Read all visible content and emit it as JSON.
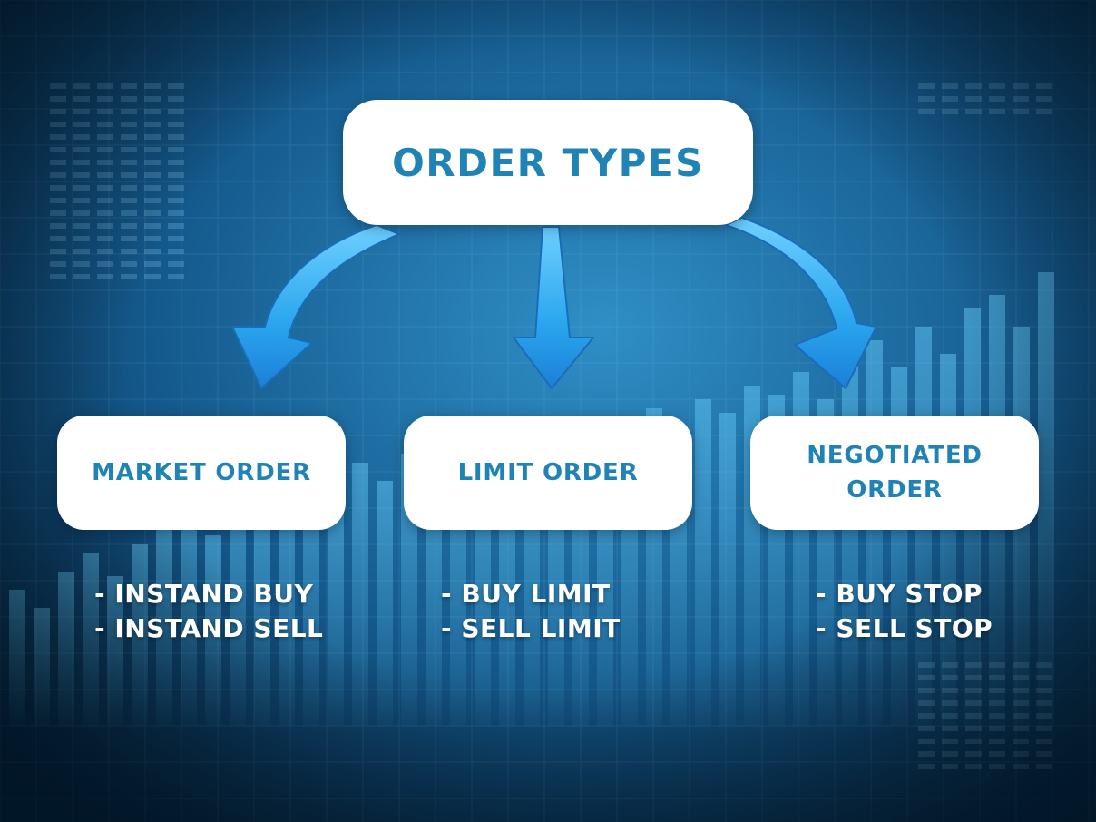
{
  "title": "ORDER TYPES",
  "branches": [
    {
      "name": "MARKET ORDER",
      "items": [
        "- INSTAND BUY",
        "- INSTAND SELL"
      ]
    },
    {
      "name": "LIMIT ORDER",
      "items": [
        "- BUY LIMIT",
        "- SELL LIMIT"
      ]
    },
    {
      "name": "NEGOTIATED ORDER",
      "items": [
        "- BUY STOP",
        "- SELL STOP"
      ]
    }
  ],
  "colors": {
    "accent_text": "#1f83b6",
    "box_fill": "#ffffff",
    "arrow": "#2aa6ee",
    "background": "#0d4a78"
  }
}
